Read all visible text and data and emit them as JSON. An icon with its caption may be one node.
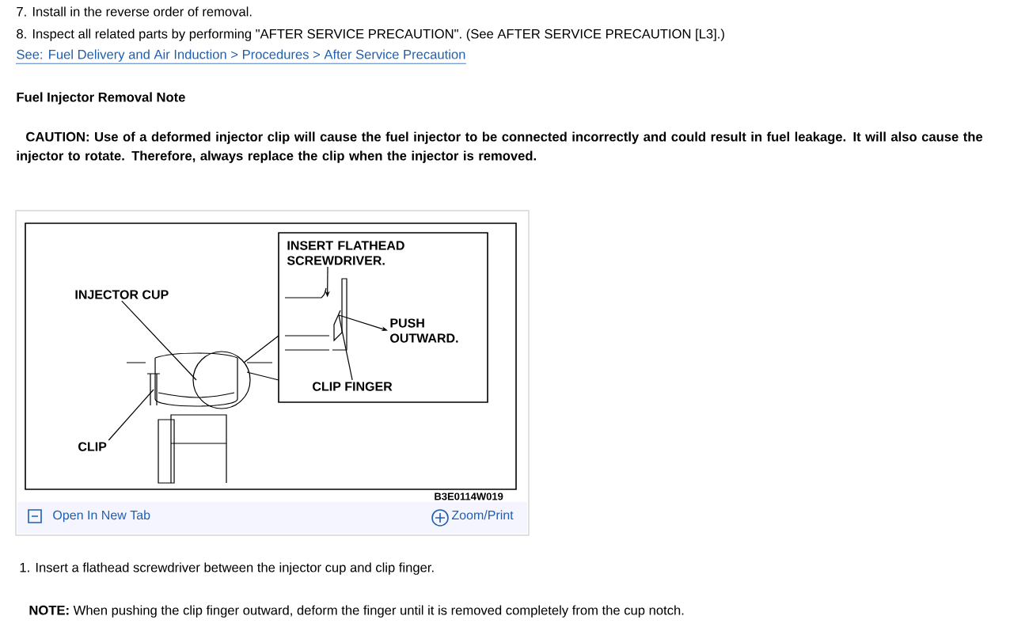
{
  "diagram": {
    "nodes": [
      {
        "text": [
          "INJECTOR CUP"
        ]
      },
      {
        "text": [
          "CLIP"
        ]
      },
      {
        "text": [
          "INSERT FLATHEAD SCREWDRIVER."
        ]
      },
      {
        "text": [
          "PUSH OUTWARD."
        ]
      },
      {
        "text": [
          "CLIP FINGER"
        ]
      },
      {
        "text": [],
        "shape": "picture"
      },
      {
        "text": [],
        "shape": "picture"
      },
      {
        "text": [],
        "shape": "picture"
      }
    ],
    "edges": [
      {
        "from": 0,
        "to": 5,
        "arrow": "none"
      },
      {
        "from": 1,
        "to": 6,
        "arrow": "none"
      },
      {
        "from": 2,
        "to": 7,
        "arrow": "to"
      },
      {
        "from": 7,
        "to": 3,
        "arrow": "to"
      },
      {
        "from": 4,
        "to": 7,
        "arrow": "none"
      }
    ],
    "labels": [
      "7. Install in the reverse order of removal.",
      "8. Inspect all related parts by performing \"AFTER SERVICE PRECAUTION\". (See AFTER SERVICE PRECAUTION [L3].)",
      "See: Fuel Delivery and Air Induction > Procedures > After Service Precaution",
      "Fuel Injector Removal Note",
      "CAUTION: Use of a deformed injector clip will cause the fuel injector to be connected incorrectly and could result in fuel leakage. It will also cause the injector to rotate. Therefore, always replace the clip when the injector is removed.",
      "B3E0114W019",
      "Open In New Tab",
      "Zoom/Print",
      "1. Insert a flathead screwdriver between the injector cup and clip finger.",
      "**NOTE:** When pushing the clip finger outward, deform the finger until it is removed completely from the cup notch."
    ]
  }
}
